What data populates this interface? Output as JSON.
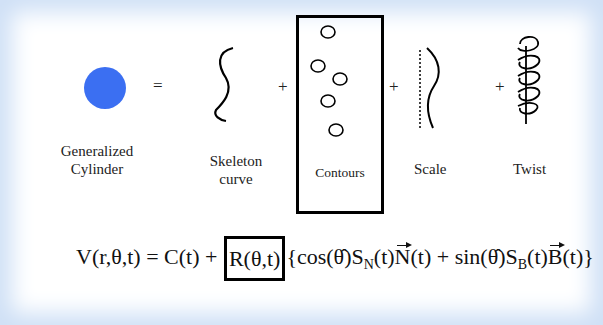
{
  "diagram": {
    "nodes": [
      {
        "text": [
          "Contours"
        ]
      },
      {
        "text": [
          "R(θ,t)"
        ]
      }
    ],
    "labels": [
      "Generalized Cylinder",
      "=",
      "Skeleton curve",
      "+",
      "+",
      "Scale",
      "+",
      "Twist",
      "V(r,θ,t) = C(t) +",
      "{cos(θ̂)S",
      "N",
      "(t)",
      "N",
      "(t) + sin(θ̂)S",
      "B",
      "(t)",
      "B",
      "(t)}"
    ]
  }
}
